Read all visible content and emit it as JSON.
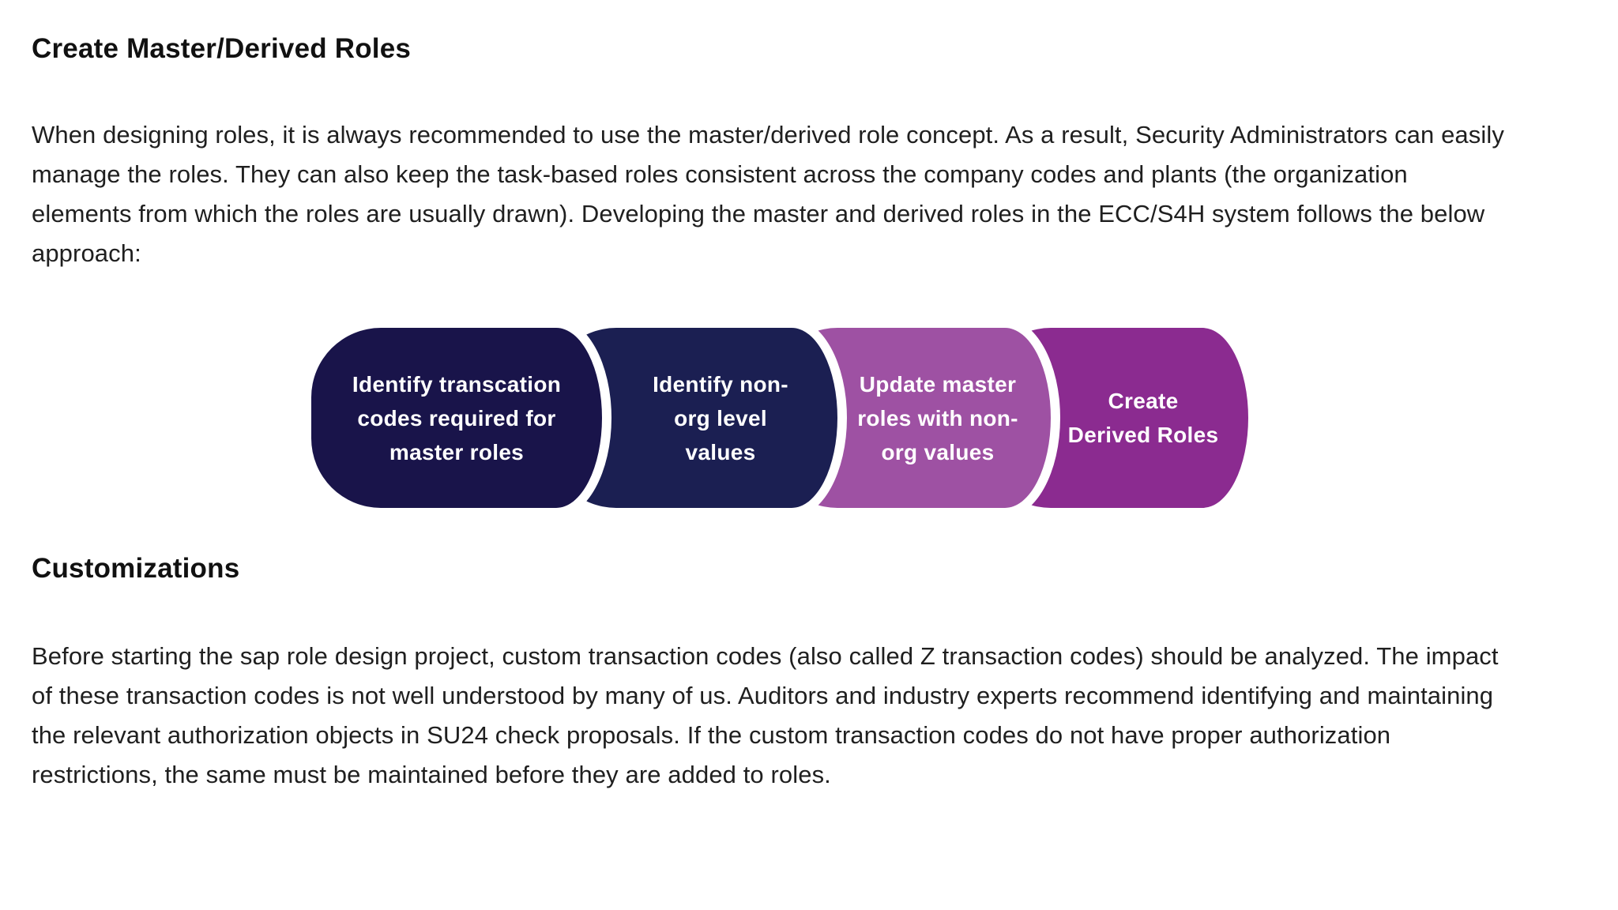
{
  "page": {
    "heading1": "Create Master/Derived Roles",
    "paragraph1": "When designing roles, it is always recommended to use the master/derived role concept. As a result, Security Administrators can easily manage the roles. They can also keep the task-based roles consistent across the company codes and plants (the organization elements from which the roles are usually drawn). Developing the master and derived roles in the ECC/S4H system follows the below approach:",
    "heading2": "Customizations",
    "paragraph2": "Before starting the sap role design project, custom transaction codes (also called Z transaction codes) should be analyzed. The impact of these transaction codes is not well understood by many of us. Auditors and industry experts recommend identifying and maintaining the relevant authorization objects in SU24 check proposals. If the custom transaction codes do not have proper authorization restrictions, the same must be maintained before they are added to roles."
  },
  "diagram": {
    "separator_color": "#ffffff",
    "text_color": "#ffffff",
    "steps": [
      {
        "label": "Identify transcation\ncodes required for\nmaster roles",
        "color": "#19144a"
      },
      {
        "label": "Identify non-\norg level\nvalues",
        "color": "#1b1f52"
      },
      {
        "label": "Update master\nroles with non-\norg values",
        "color": "#9e51a3"
      },
      {
        "label": "Create\nDerived Roles",
        "color": "#8b2b90"
      }
    ]
  }
}
